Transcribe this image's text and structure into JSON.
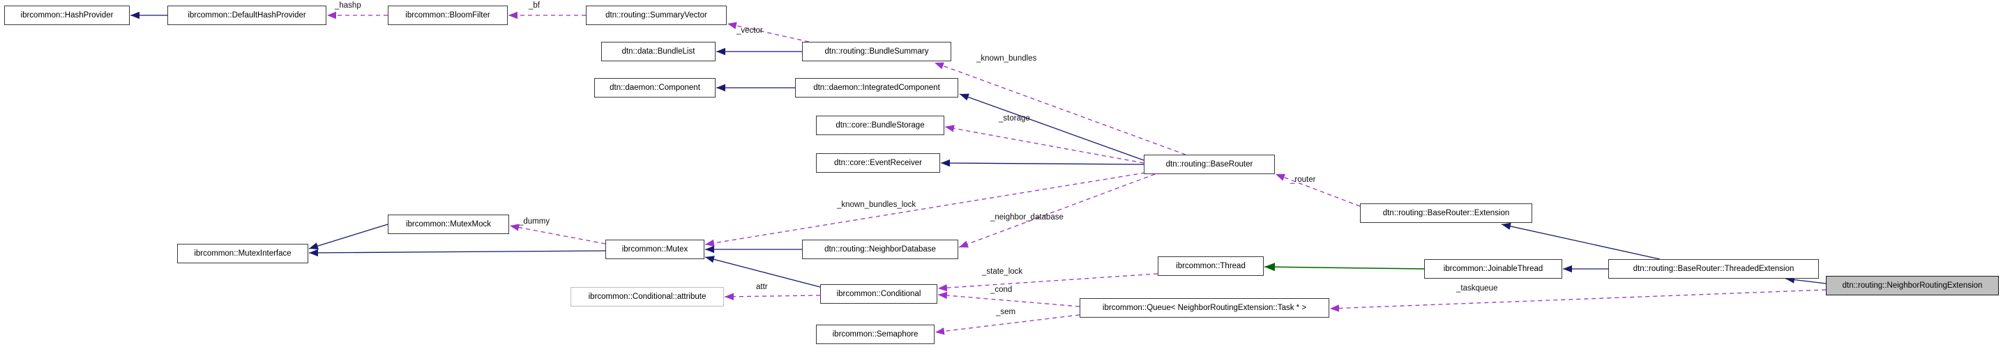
{
  "diagram": {
    "kind": "collaboration-graph",
    "highlighted_node": "dtn::routing::NeighborRoutingExtension"
  },
  "colors": {
    "inheritance_edge": "#191970",
    "usage_edge": "#9a32cd",
    "protected_inheritance_edge": "#006400",
    "node_border": "#3a3a3a",
    "node_fill": "#ffffff",
    "highlighted_node_fill": "#bfbfbf",
    "attribute_node_border": "#bebebe",
    "background": "#ffffff"
  },
  "nodes": {
    "hashProvider": "ibrcommon::HashProvider",
    "defaultHashProvider": "ibrcommon::DefaultHashProvider",
    "bloomFilter": "ibrcommon::BloomFilter",
    "summaryVector": "dtn::routing::SummaryVector",
    "bundleList": "dtn::data::BundleList",
    "bundleSummary": "dtn::routing::BundleSummary",
    "component": "dtn::daemon::Component",
    "integratedComponent": "dtn::daemon::IntegratedComponent",
    "bundleStorage": "dtn::core::BundleStorage",
    "eventReceiver": "dtn::core::EventReceiver",
    "baseRouter": "dtn::routing::BaseRouter",
    "mutexMock": "ibrcommon::MutexMock",
    "mutexInterface": "ibrcommon::MutexInterface",
    "mutex": "ibrcommon::Mutex",
    "neighborDatabase": "dtn::routing::NeighborDatabase",
    "condAttribute": "ibrcommon::Conditional::attribute",
    "conditional": "ibrcommon::Conditional",
    "semaphore": "ibrcommon::Semaphore",
    "thread": "ibrcommon::Thread",
    "queue": "ibrcommon::Queue< NeighborRoutingExtension::Task * >",
    "extension": "dtn::routing::BaseRouter::Extension",
    "joinableThread": "ibrcommon::JoinableThread",
    "threadedExtension": "dtn::routing::BaseRouter::ThreadedExtension",
    "neighborRoutingExtension": "dtn::routing::NeighborRoutingExtension"
  },
  "edge_labels": {
    "hashp": "_hashp",
    "bf": "_bf",
    "vector": "_vector",
    "known_bundles": "_known_bundles",
    "storage": "_storage",
    "known_bundles_lock": "_known_bundles_lock",
    "neighbor_database": "_neighbor_database",
    "router": "_router",
    "dummy": "_dummy",
    "attr": "attr",
    "state_lock": "_state_lock",
    "cond": "_cond",
    "sem": "_sem",
    "taskqueue": "_taskqueue"
  },
  "edges": [
    {
      "from": "ibrcommon::DefaultHashProvider",
      "to": "ibrcommon::HashProvider",
      "type": "public-inheritance"
    },
    {
      "from": "ibrcommon::BloomFilter",
      "to": "ibrcommon::DefaultHashProvider",
      "type": "usage",
      "label": "_hashp"
    },
    {
      "from": "dtn::routing::SummaryVector",
      "to": "ibrcommon::BloomFilter",
      "type": "usage",
      "label": "_bf"
    },
    {
      "from": "dtn::routing::BundleSummary",
      "to": "dtn::routing::SummaryVector",
      "type": "usage",
      "label": "_vector"
    },
    {
      "from": "dtn::routing::BundleSummary",
      "to": "dtn::data::BundleList",
      "type": "public-inheritance"
    },
    {
      "from": "dtn::daemon::IntegratedComponent",
      "to": "dtn::daemon::Component",
      "type": "public-inheritance"
    },
    {
      "from": "dtn::routing::BaseRouter",
      "to": "dtn::daemon::IntegratedComponent",
      "type": "public-inheritance"
    },
    {
      "from": "dtn::routing::BaseRouter",
      "to": "dtn::core::EventReceiver",
      "type": "public-inheritance"
    },
    {
      "from": "dtn::routing::BaseRouter",
      "to": "dtn::routing::BundleSummary",
      "type": "usage",
      "label": "_known_bundles"
    },
    {
      "from": "dtn::routing::BaseRouter",
      "to": "dtn::core::BundleStorage",
      "type": "usage",
      "label": "_storage"
    },
    {
      "from": "dtn::routing::BaseRouter",
      "to": "ibrcommon::Mutex",
      "type": "usage",
      "label": "_known_bundles_lock"
    },
    {
      "from": "dtn::routing::BaseRouter",
      "to": "dtn::routing::NeighborDatabase",
      "type": "usage",
      "label": "_neighbor_database"
    },
    {
      "from": "dtn::routing::BaseRouter::Extension",
      "to": "dtn::routing::BaseRouter",
      "type": "usage",
      "label": "_router"
    },
    {
      "from": "ibrcommon::MutexMock",
      "to": "ibrcommon::MutexInterface",
      "type": "public-inheritance"
    },
    {
      "from": "ibrcommon::Mutex",
      "to": "ibrcommon::MutexInterface",
      "type": "public-inheritance"
    },
    {
      "from": "ibrcommon::Mutex",
      "to": "ibrcommon::MutexMock",
      "type": "usage",
      "label": "_dummy"
    },
    {
      "from": "dtn::routing::NeighborDatabase",
      "to": "ibrcommon::Mutex",
      "type": "public-inheritance"
    },
    {
      "from": "ibrcommon::Conditional",
      "to": "ibrcommon::Mutex",
      "type": "public-inheritance"
    },
    {
      "from": "ibrcommon::Conditional",
      "to": "ibrcommon::Conditional::attribute",
      "type": "usage",
      "label": "attr"
    },
    {
      "from": "ibrcommon::Thread",
      "to": "ibrcommon::Conditional",
      "type": "usage",
      "label": "_state_lock"
    },
    {
      "from": "ibrcommon::Queue< NeighborRoutingExtension::Task * >",
      "to": "ibrcommon::Conditional",
      "type": "usage",
      "label": "_cond"
    },
    {
      "from": "ibrcommon::Queue< NeighborRoutingExtension::Task * >",
      "to": "ibrcommon::Semaphore",
      "type": "usage",
      "label": "_sem"
    },
    {
      "from": "ibrcommon::JoinableThread",
      "to": "ibrcommon::Thread",
      "type": "protected-inheritance"
    },
    {
      "from": "dtn::routing::BaseRouter::ThreadedExtension",
      "to": "dtn::routing::BaseRouter::Extension",
      "type": "public-inheritance"
    },
    {
      "from": "dtn::routing::BaseRouter::ThreadedExtension",
      "to": "ibrcommon::JoinableThread",
      "type": "public-inheritance"
    },
    {
      "from": "dtn::routing::NeighborRoutingExtension",
      "to": "dtn::routing::BaseRouter::ThreadedExtension",
      "type": "public-inheritance"
    },
    {
      "from": "dtn::routing::NeighborRoutingExtension",
      "to": "ibrcommon::Queue< NeighborRoutingExtension::Task * >",
      "type": "usage",
      "label": "_taskqueue"
    }
  ]
}
